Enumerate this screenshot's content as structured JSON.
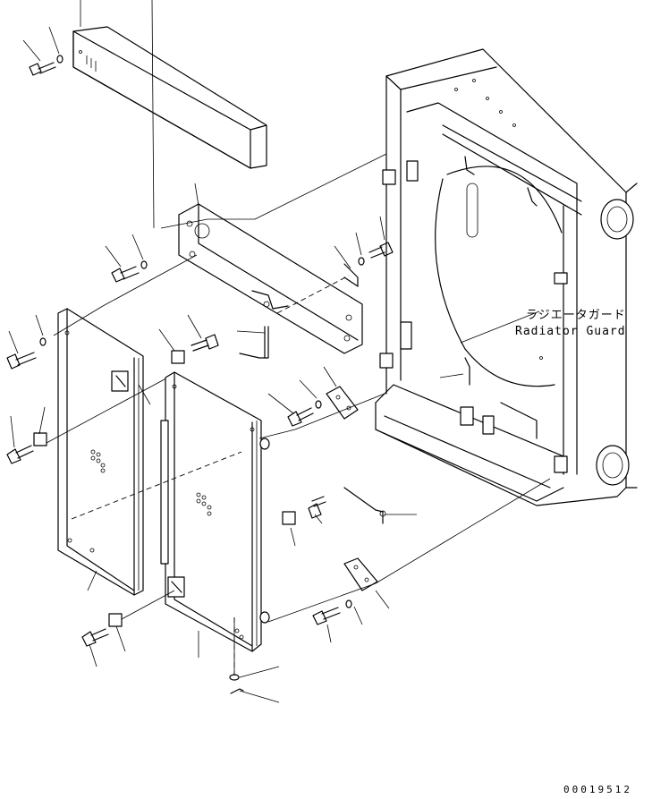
{
  "callout": {
    "japanese": "ラジエータガード",
    "english": "Radiator Guard"
  },
  "drawing_number": "00019512"
}
